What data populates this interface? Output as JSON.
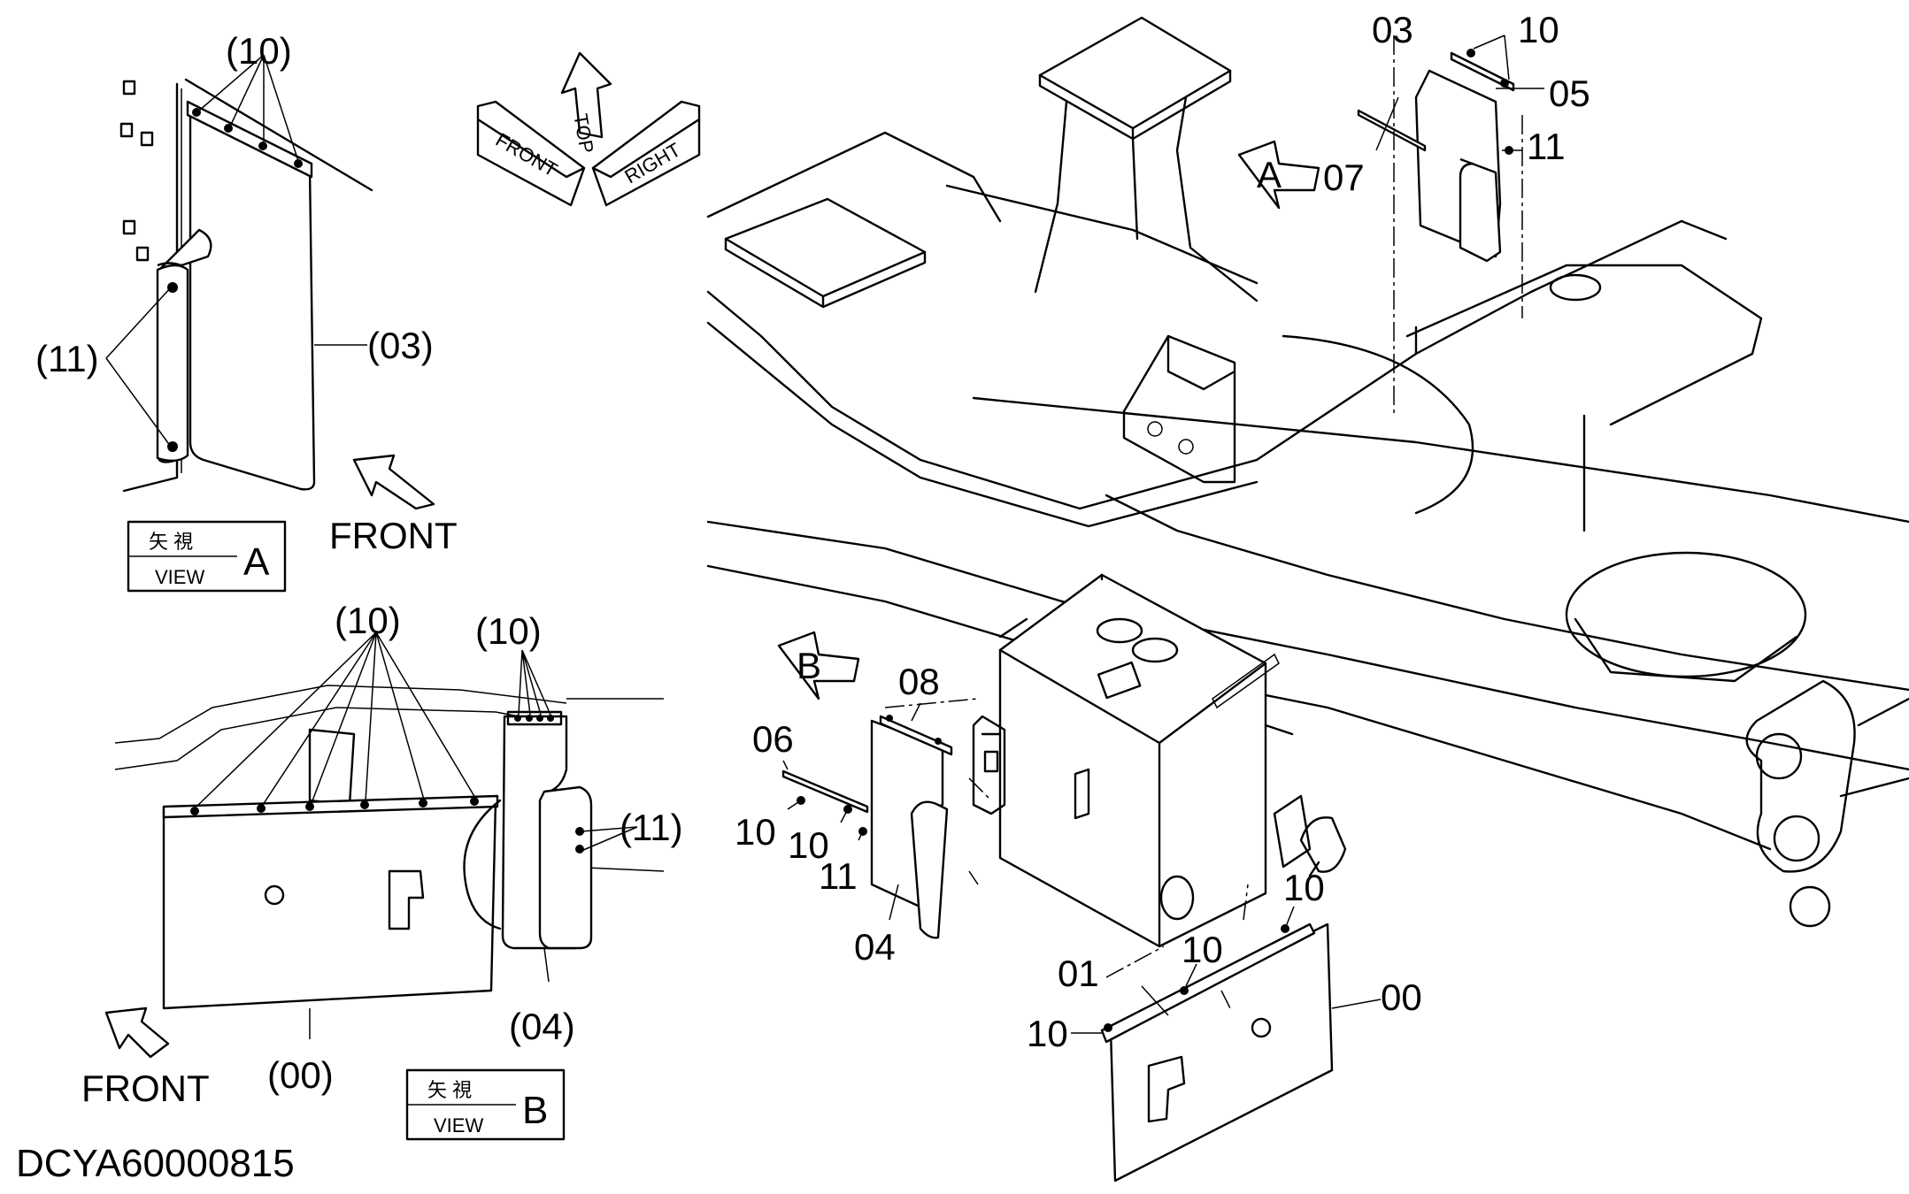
{
  "drawing_code": "DCYA60000815",
  "views": {
    "a": {
      "jp": "矢 視",
      "en": "VIEW",
      "letter": "A",
      "callouts": {
        "c10": "(10)",
        "c11": "(11)",
        "c03": "(03)"
      }
    },
    "b": {
      "jp": "矢 視",
      "en": "VIEW",
      "letter": "B",
      "callouts": {
        "c10_left": "(10)",
        "c10_right": "(10)",
        "c11": "(11)",
        "c00": "(00)",
        "c04": "(04)"
      }
    }
  },
  "front_labels": {
    "top": "FRONT",
    "bottom": "FRONT"
  },
  "orientation": {
    "top": "TOP",
    "front": "FRONT",
    "right": "RIGHT"
  },
  "view_arrows": {
    "a": "A",
    "b": "B"
  },
  "main": {
    "labels": {
      "l03": "03",
      "l10a": "10",
      "l05": "05",
      "l07": "07",
      "l11a": "11",
      "l08": "08",
      "l06": "06",
      "l10b": "10",
      "l10c": "10",
      "l11b": "11",
      "l04": "04",
      "l10d": "10",
      "l10e": "10",
      "l01": "01",
      "l10f": "10",
      "l00": "00"
    }
  }
}
